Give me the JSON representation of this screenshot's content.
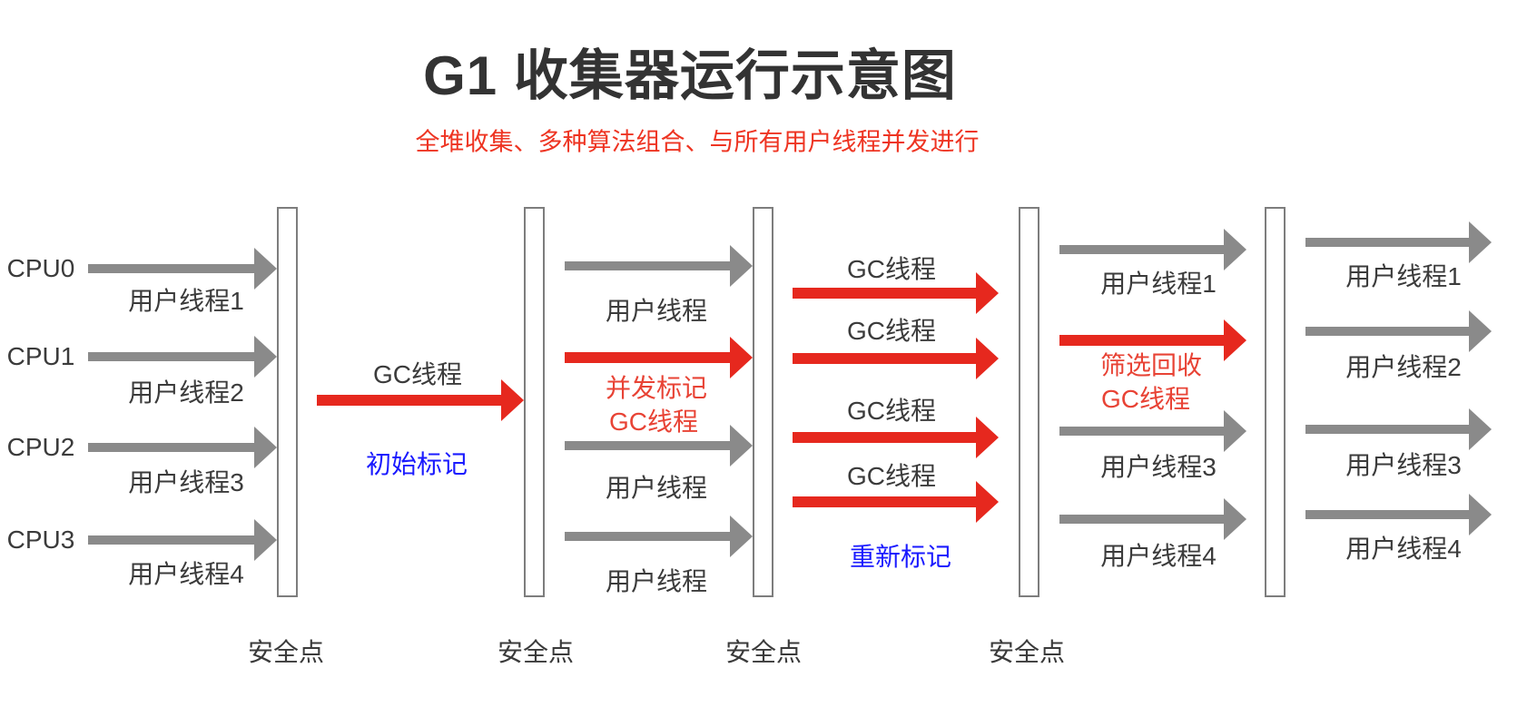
{
  "title": "G1 收集器运行示意图",
  "subtitle": "全堆收集、多种算法组合、与所有用户线程并发进行",
  "colors": {
    "title_text": "#333333",
    "subtitle_text": "#ee3422",
    "gray_arrow": "#8a8a8a",
    "red_arrow": "#e6281e",
    "red_text": "#e84335",
    "blue_text": "#1a1aff",
    "dark_text": "#3b3b3b",
    "bar_border": "#7d7d7d"
  },
  "left": {
    "rows": [
      {
        "cpu": "CPU0",
        "thread": "用户线程1"
      },
      {
        "cpu": "CPU1",
        "thread": "用户线程2"
      },
      {
        "cpu": "CPU2",
        "thread": "用户线程3"
      },
      {
        "cpu": "CPU3",
        "thread": "用户线程4"
      }
    ]
  },
  "initial_mark": {
    "arrow_label": "GC线程",
    "stage_label": "初始标记"
  },
  "concurrent_mark": {
    "user_threads": [
      "用户线程",
      "用户线程",
      "用户线程"
    ],
    "gc_line1": "并发标记",
    "gc_line2": "GC线程"
  },
  "remark": {
    "gc_threads": [
      "GC线程",
      "GC线程",
      "GC线程",
      "GC线程"
    ],
    "stage_label": "重新标记"
  },
  "evacuation": {
    "user_threads": [
      "用户线程1",
      "用户线程3",
      "用户线程4"
    ],
    "gc_line1": "筛选回收",
    "gc_line2": "GC线程"
  },
  "resume": {
    "user_threads": [
      "用户线程1",
      "用户线程2",
      "用户线程3",
      "用户线程4"
    ]
  },
  "safepoints": [
    "安全点",
    "安全点",
    "安全点",
    "安全点"
  ]
}
